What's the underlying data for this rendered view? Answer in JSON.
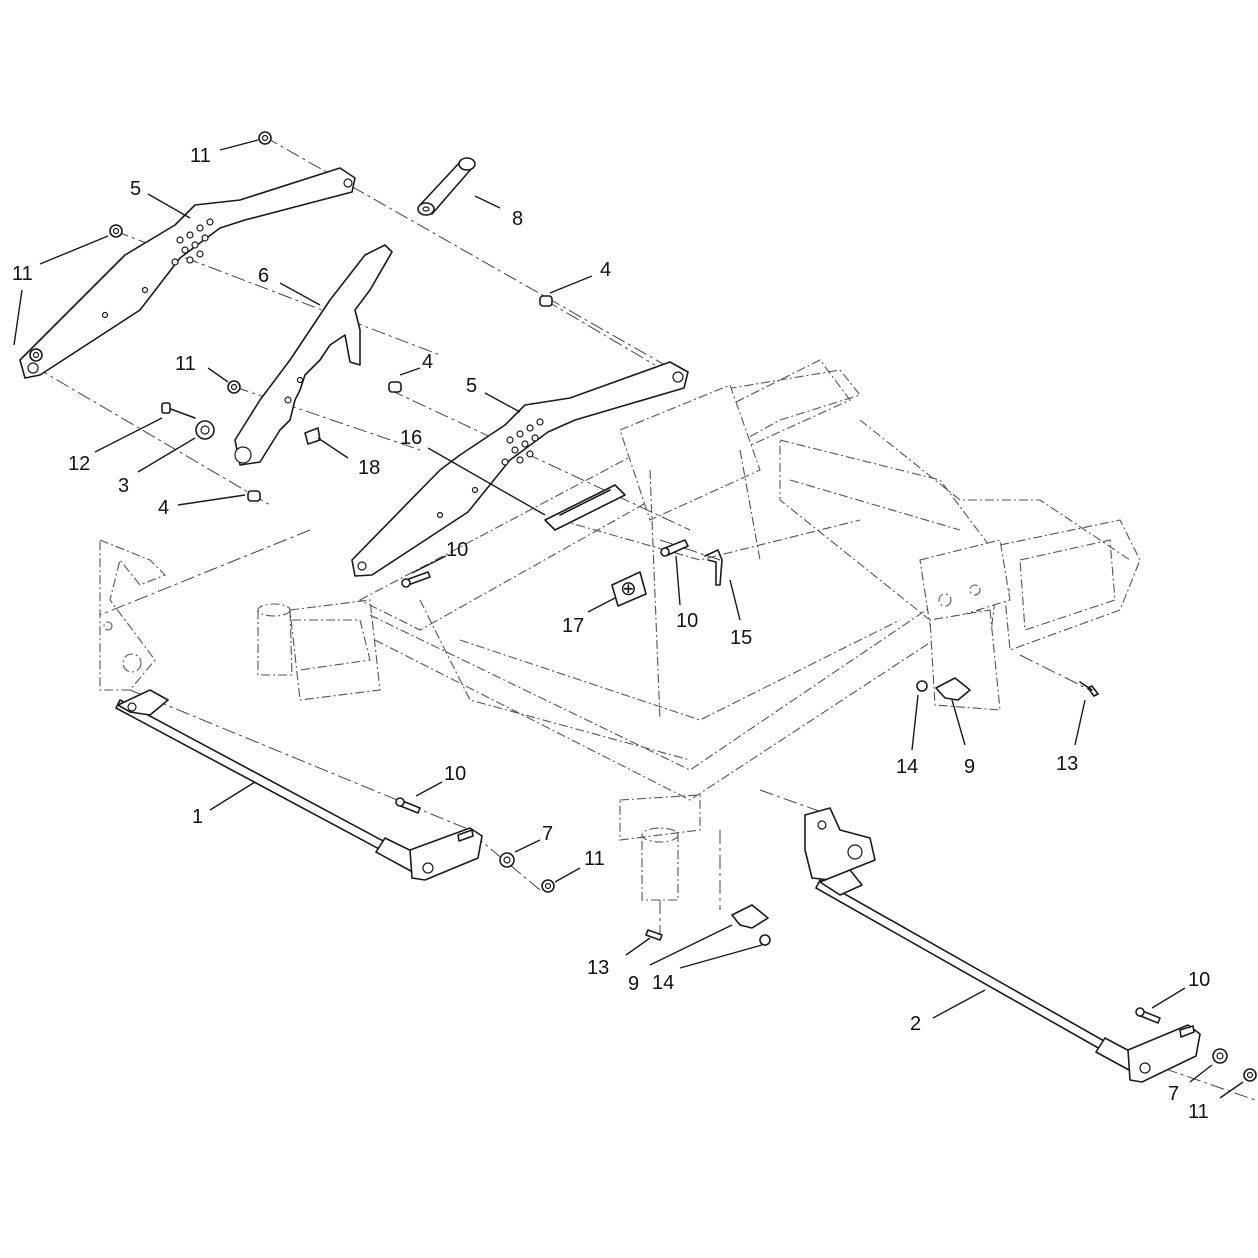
{
  "diagram": {
    "callouts": [
      {
        "id": "c-11-a",
        "text": "11"
      },
      {
        "id": "c-5-a",
        "text": "5"
      },
      {
        "id": "c-8",
        "text": "8"
      },
      {
        "id": "c-11-b",
        "text": "11"
      },
      {
        "id": "c-6",
        "text": "6"
      },
      {
        "id": "c-4-a",
        "text": "4"
      },
      {
        "id": "c-11-c",
        "text": "11"
      },
      {
        "id": "c-4-b",
        "text": "4"
      },
      {
        "id": "c-5-b",
        "text": "5"
      },
      {
        "id": "c-12",
        "text": "12"
      },
      {
        "id": "c-3",
        "text": "3"
      },
      {
        "id": "c-18",
        "text": "18"
      },
      {
        "id": "c-16",
        "text": "16"
      },
      {
        "id": "c-4-c",
        "text": "4"
      },
      {
        "id": "c-10-a",
        "text": "10"
      },
      {
        "id": "c-17",
        "text": "17"
      },
      {
        "id": "c-10-b",
        "text": "10"
      },
      {
        "id": "c-15",
        "text": "15"
      },
      {
        "id": "c-14-a",
        "text": "14"
      },
      {
        "id": "c-9-a",
        "text": "9"
      },
      {
        "id": "c-13-a",
        "text": "13"
      },
      {
        "id": "c-10-c",
        "text": "10"
      },
      {
        "id": "c-1",
        "text": "1"
      },
      {
        "id": "c-7-a",
        "text": "7"
      },
      {
        "id": "c-11-d",
        "text": "11"
      },
      {
        "id": "c-13-b",
        "text": "13"
      },
      {
        "id": "c-9-b",
        "text": "9"
      },
      {
        "id": "c-14-b",
        "text": "14"
      },
      {
        "id": "c-10-d",
        "text": "10"
      },
      {
        "id": "c-2",
        "text": "2"
      },
      {
        "id": "c-7-b",
        "text": "7"
      },
      {
        "id": "c-11-e",
        "text": "11"
      }
    ]
  }
}
